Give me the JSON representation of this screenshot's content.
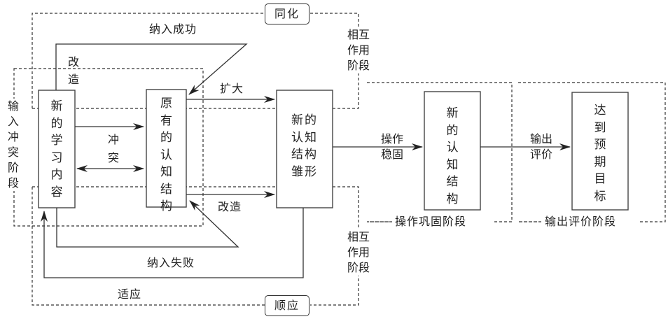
{
  "diagram": {
    "tags": {
      "assimilation": "同化",
      "accommodation": "顺应"
    },
    "stages": {
      "input_conflict": "输入冲突阶段",
      "interaction_top": "相互作用阶段",
      "interaction_bottom": "相互作用阶段",
      "operation_consolidation": "操作巩固阶段",
      "output_evaluation": "输出评价阶段"
    },
    "nodes": {
      "new_learning_content": "新的学习内容",
      "original_cognitive_structure": "原有的认知结构",
      "nascent_cognitive_structure": "新的认知结构雏形",
      "new_cognitive_structure": "新的认知结构",
      "reach_expected_goal": "达到预期目标"
    },
    "edge_labels": {
      "incorporation_success": "纳入成功",
      "transform_top": "改造",
      "conflict": "冲突",
      "expand": "扩大",
      "transform_bottom": "改造",
      "incorporation_failure": "纳入失败",
      "adaptation": "适应",
      "operation_consolidate": "操作稳固",
      "output_evaluate": "输出评价"
    }
  }
}
